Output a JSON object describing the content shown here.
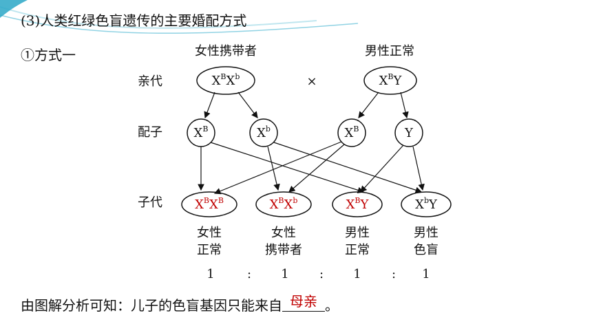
{
  "header": {
    "title": "(3)人类红绿色盲遗传的主要婚配方式"
  },
  "section": {
    "method_label": "①方式一"
  },
  "diagram": {
    "parent_labels": [
      "女性携带者",
      "男性正常"
    ],
    "generation_labels": {
      "parents": "亲代",
      "gametes": "配子",
      "offspring": "子代"
    },
    "cross_symbol": "×",
    "parents": {
      "female": [
        "X",
        "B",
        "X",
        "b"
      ],
      "male": [
        "X",
        "B",
        "Y"
      ]
    },
    "gametes": {
      "female_1": [
        "X",
        "B"
      ],
      "female_2": [
        "X",
        "b"
      ],
      "male_1": [
        "X",
        "B"
      ],
      "male_2": [
        "Y"
      ]
    },
    "offspring": [
      {
        "genotype": [
          "X",
          "B",
          "X",
          "B"
        ],
        "phenotype_line1": "女性",
        "phenotype_line2": "正常",
        "highlight": true
      },
      {
        "genotype": [
          "X",
          "B",
          "X",
          "b"
        ],
        "phenotype_line1": "女性",
        "phenotype_line2": "携带者",
        "highlight": true
      },
      {
        "genotype": [
          "X",
          "B",
          "Y"
        ],
        "phenotype_line1": "男性",
        "phenotype_line2": "正常",
        "highlight": true
      },
      {
        "genotype": [
          "X",
          "b",
          "Y"
        ],
        "phenotype_line1": "男性",
        "phenotype_line2": "色盲",
        "highlight": false
      }
    ],
    "ratio": [
      "1",
      ":",
      "1",
      ":",
      "1",
      ":",
      "1"
    ]
  },
  "conclusion": {
    "text_before": "由图解分析可知：儿子的色盲基因只能来自",
    "answer": "母亲",
    "text_after": "。"
  },
  "colors": {
    "highlight": "#c00000",
    "decoration": "#2aa7c7"
  }
}
